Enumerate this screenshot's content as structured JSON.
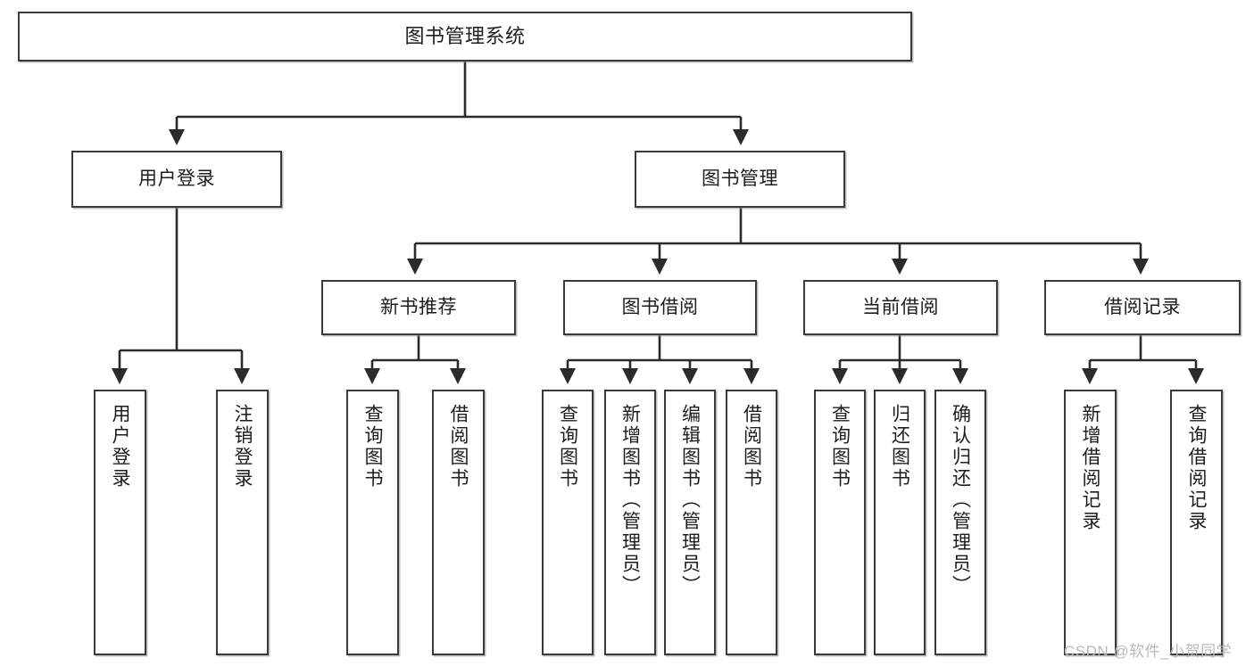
{
  "diagram": {
    "title": "图书管理系统",
    "type": "tree-hierarchy-chart",
    "colors": {
      "box_border": "#3a3a3a",
      "box_fill": "#ffffff",
      "edge": "#2b2b2b",
      "text": "#1d1d1d",
      "watermark": "#b9b9b9"
    },
    "levels": {
      "root": {
        "label": "图书管理系统"
      },
      "level2": [
        {
          "id": "user-login",
          "label": "用户登录"
        },
        {
          "id": "book-management",
          "label": "图书管理"
        }
      ],
      "level3": [
        {
          "id": "new-book-recommend",
          "label": "新书推荐",
          "parent": "book-management"
        },
        {
          "id": "book-borrow",
          "label": "图书借阅",
          "parent": "book-management"
        },
        {
          "id": "current-borrow",
          "label": "当前借阅",
          "parent": "book-management"
        },
        {
          "id": "borrow-record",
          "label": "借阅记录",
          "parent": "book-management"
        }
      ],
      "leaves": [
        {
          "id": "leaf-user-login",
          "label": "用户登录",
          "parent": "user-login"
        },
        {
          "id": "leaf-logout-login",
          "label": "注销登录",
          "parent": "user-login"
        },
        {
          "id": "leaf-query-book-1",
          "label": "查询图书",
          "parent": "new-book-recommend"
        },
        {
          "id": "leaf-borrow-book-1",
          "label": "借阅图书",
          "parent": "new-book-recommend"
        },
        {
          "id": "leaf-query-book-2",
          "label": "查询图书",
          "parent": "book-borrow"
        },
        {
          "id": "leaf-add-book",
          "label": "新增图书（管理员）",
          "parent": "book-borrow"
        },
        {
          "id": "leaf-edit-book",
          "label": "编辑图书（管理员）",
          "parent": "book-borrow"
        },
        {
          "id": "leaf-borrow-book-2",
          "label": "借阅图书",
          "parent": "book-borrow"
        },
        {
          "id": "leaf-query-book-3",
          "label": "查询图书",
          "parent": "current-borrow"
        },
        {
          "id": "leaf-return-book",
          "label": "归还图书",
          "parent": "current-borrow"
        },
        {
          "id": "leaf-confirm-return",
          "label": "确认归还（管理员）",
          "parent": "current-borrow"
        },
        {
          "id": "leaf-add-record",
          "label": "新增借阅记录",
          "parent": "borrow-record"
        },
        {
          "id": "leaf-query-record",
          "label": "查询借阅记录",
          "parent": "borrow-record"
        }
      ]
    },
    "watermark": "CSDN @软件_小贺同学"
  }
}
